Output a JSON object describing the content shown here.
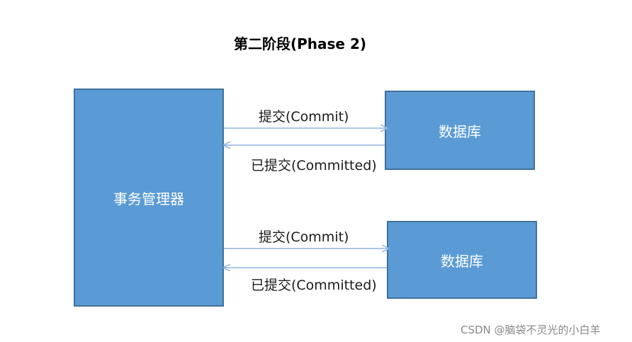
{
  "title": "第二阶段(Phase 2)",
  "transaction_manager": {
    "label": "事务管理器"
  },
  "databases": [
    {
      "label": "数据库"
    },
    {
      "label": "数据库"
    }
  ],
  "messages": [
    {
      "to_db": "提交(Commit)",
      "from_db": "已提交(Committed)"
    },
    {
      "to_db": "提交(Commit)",
      "from_db": "已提交(Committed)"
    }
  ],
  "watermark": "CSDN @脑袋不灵光的小白羊",
  "colors": {
    "box_fill": "#5b9bd5",
    "box_border": "#41719c",
    "arrow": "#8db3e2"
  }
}
